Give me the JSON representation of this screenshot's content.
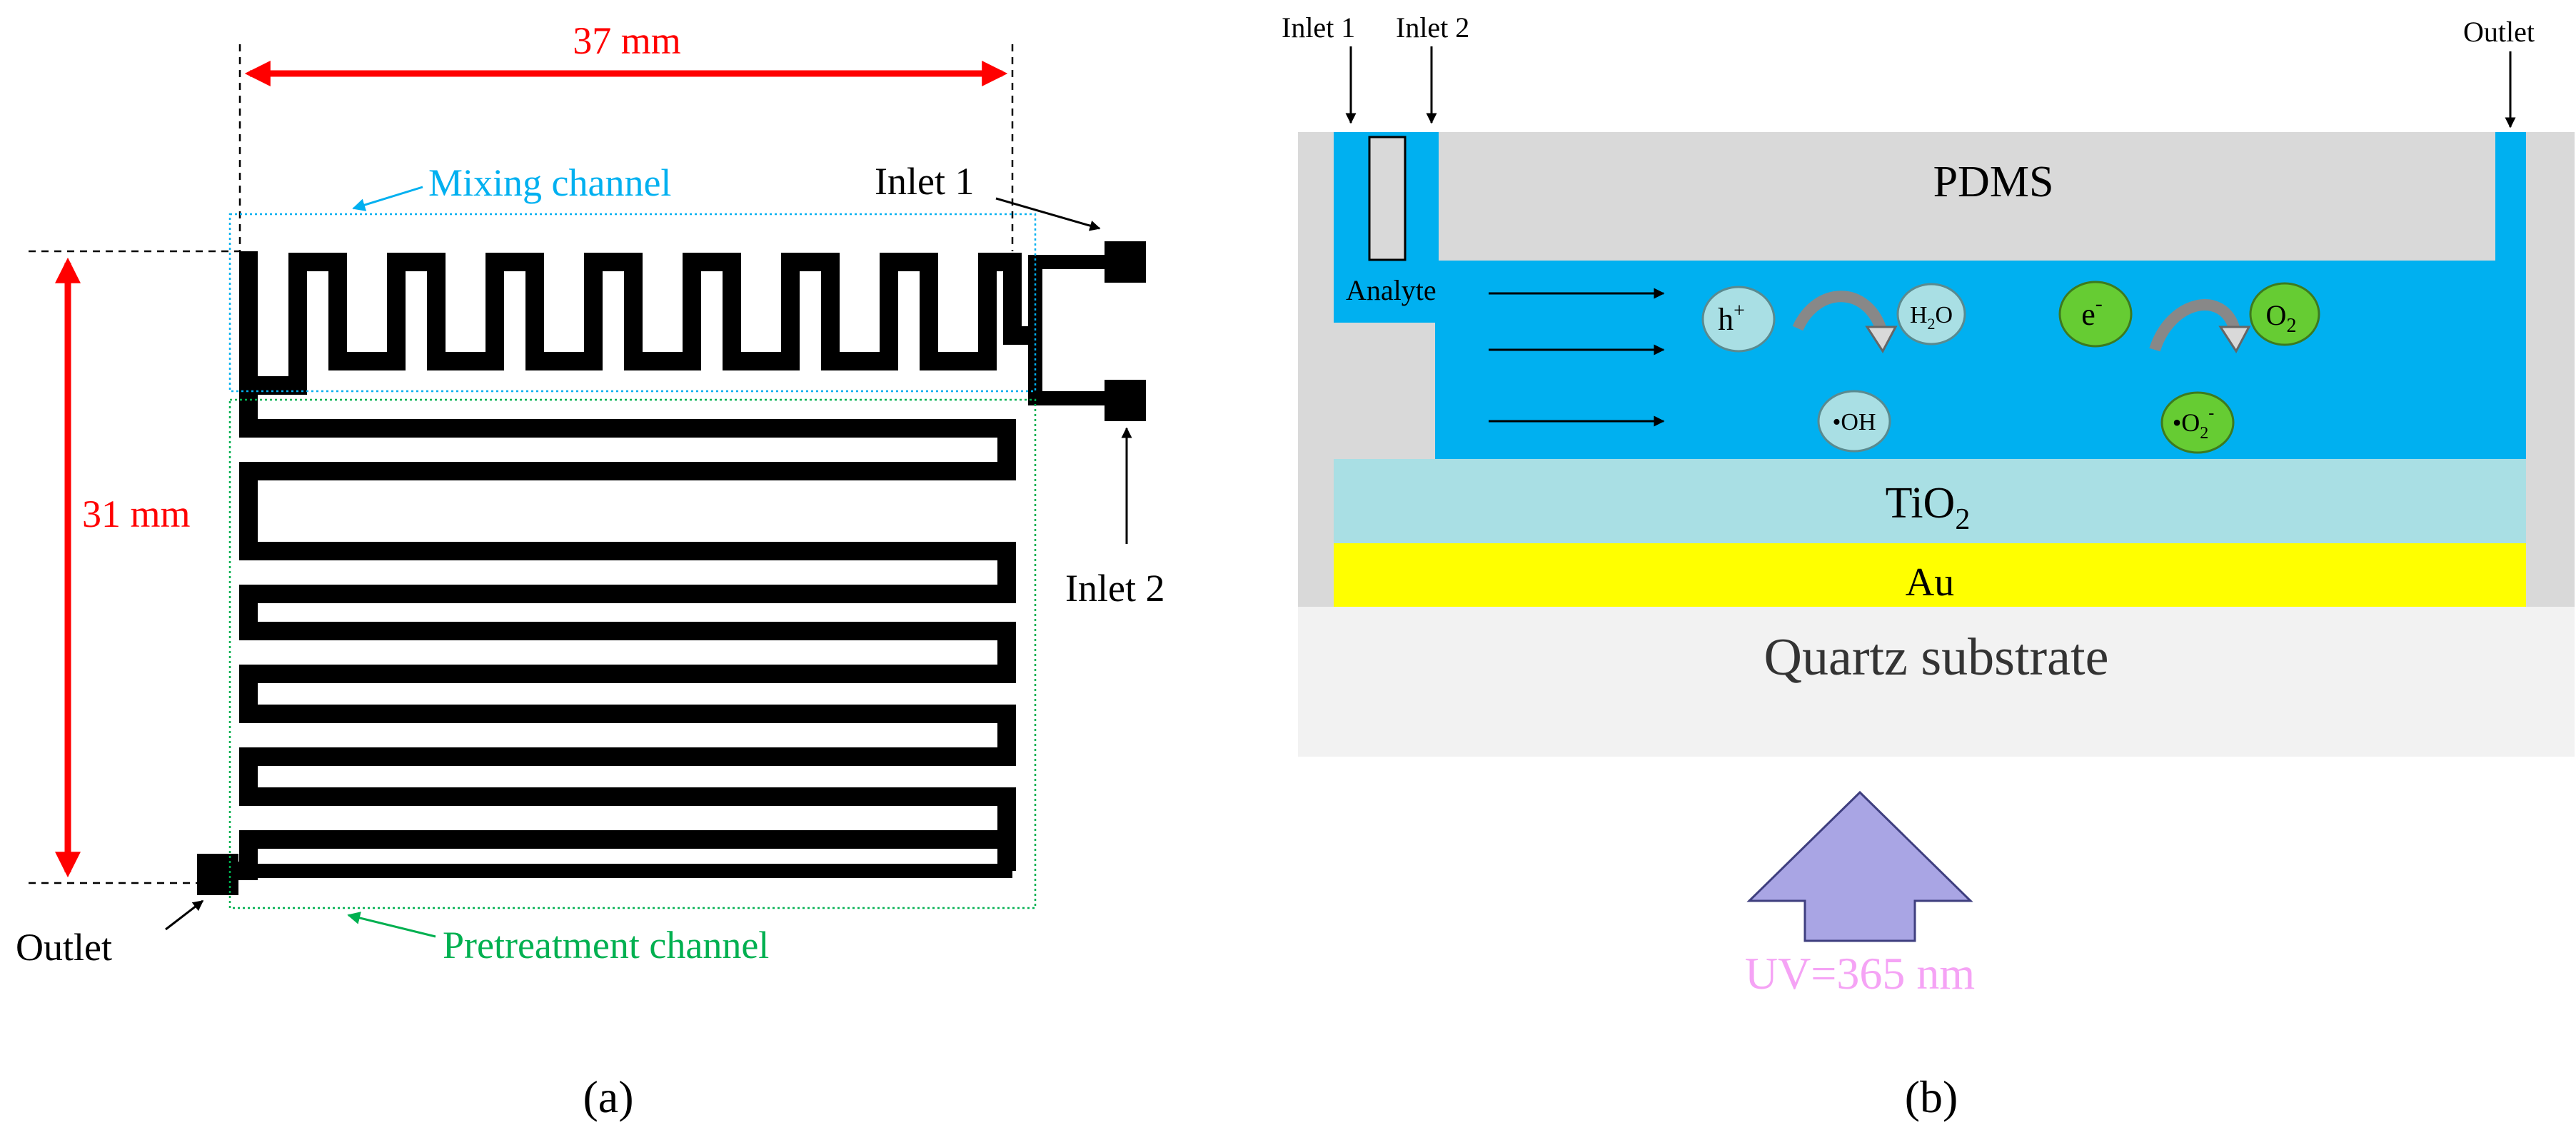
{
  "panel_a": {
    "caption": "(a)",
    "width_dimension": "37 mm",
    "height_dimension": "31 mm",
    "mixing_label": "Mixing channel",
    "pretreatment_label": "Pretreatment channel",
    "inlet1_label": "Inlet 1",
    "inlet2_label": "Inlet 2",
    "outlet_label": "Outlet"
  },
  "panel_b": {
    "caption": "(b)",
    "inlet1_label": "Inlet 1",
    "inlet2_label": "Inlet 2",
    "outlet_label": "Outlet",
    "pdms_label": "PDMS",
    "analyte_label": "Analyte",
    "tio2_label": "TiO",
    "tio2_sub": "2",
    "au_label": "Au",
    "quartz_label": "Quartz substrate",
    "uv_label": "UV=365 nm",
    "species": {
      "hole": "h",
      "hole_sup": "+",
      "water": "H",
      "water_sub": "2",
      "water_end": "O",
      "hydroxyl": "•OH",
      "electron": "e",
      "electron_sup": "-",
      "oxygen": "O",
      "oxygen_sub": "2",
      "superoxide": "•O",
      "superoxide_sub": "2",
      "superoxide_sup": "-"
    }
  },
  "colors": {
    "dimension_red": "#ff0000",
    "mixing_cyan": "#00b0f0",
    "pretreatment_green": "#00b050",
    "fluid_blue": "#00b0f0",
    "pdms_grey": "#d9d9d9",
    "tio2": "#a9dfe4",
    "au": "#ffff00",
    "quartz": "#f2f2f2",
    "uv_arrow": "#a9a5e4",
    "uv_text": "#f5a3f5",
    "hole_bubble": "#a9dfe4",
    "electron_bubble": "#66cc33"
  }
}
